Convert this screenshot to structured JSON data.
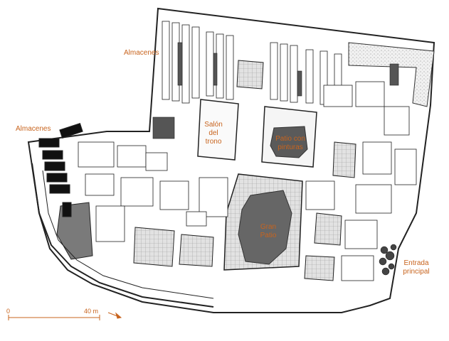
{
  "map": {
    "labels": {
      "almacenes_top": "Almacenes",
      "almacenes_left": "Almacenes",
      "salon_line1": "Salón",
      "salon_line2": "del",
      "salon_line3": "trono",
      "patio_pinturas_line1": "Patio con",
      "patio_pinturas_line2": "pinturas",
      "gran_patio_line1": "Gran",
      "gran_patio_line2": "Patio",
      "entrada_line1": "Entrada",
      "entrada_line2": "principal"
    },
    "scale": {
      "start": "0",
      "end": "40 m"
    },
    "north_arrow": "orientation-arrow",
    "colors": {
      "label_orange": "#c8641e",
      "wall_fill": "#ffffff",
      "wall_stroke": "#222222",
      "dark_floor": "#555555",
      "paved_floor": "#d8d8d8"
    }
  }
}
